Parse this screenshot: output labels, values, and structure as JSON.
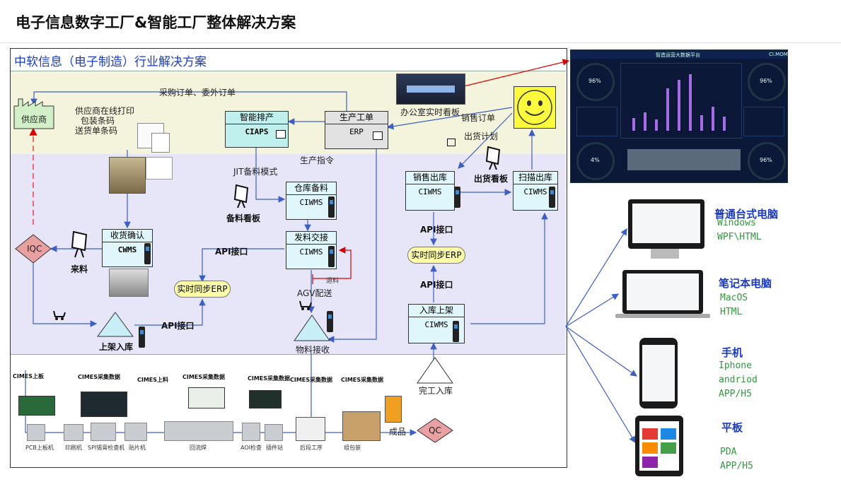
{
  "page_title": "电子信息数字工厂&智能工厂整体解决方案",
  "frame_title": "中软信息（电子制造）行业解决方案",
  "nodes": {
    "supplier": "供应商",
    "smart_sched": {
      "title": "智能排产",
      "sys": "CIAPS"
    },
    "erp": {
      "title": "生产工单",
      "sys": "ERP"
    },
    "office_board": "办公室实时看板",
    "iqc": "IQC",
    "receive": {
      "title": "收货确认",
      "sys": "CWMS"
    },
    "warehouse_prep": {
      "title": "仓库备料",
      "sys": "CIWMS"
    },
    "issue": {
      "title": "发料交接",
      "sys": "CIWMS"
    },
    "sales_out": {
      "title": "销售出库",
      "sys": "CIWMS"
    },
    "scan_out": {
      "title": "扫描出库",
      "sys": "CIWMS"
    },
    "store_in": {
      "title": "入库上架",
      "sys": "CIWMS"
    },
    "realtime_erp_1": "实时同步ERP",
    "realtime_erp_2": "实时同步ERP",
    "shelf_in": "上架入库",
    "material_recv": "物料接收",
    "finish_in": "完工入库",
    "qc": "QC"
  },
  "labels": {
    "purchase_orders": "采购订单、委外订单",
    "supplier_print": [
      "供应商在线打印",
      "包装条码",
      "送货单条码"
    ],
    "sales_order": "销售订单",
    "ship_plan": "出货计划",
    "prod_cmd": "生产指令",
    "jit": "JIT备料模式",
    "prep_board": "备料看板",
    "ship_board": "出货看板",
    "incoming": "来料",
    "api1": "API接口",
    "api2": "API接口",
    "api3": "API接口",
    "api4": "API接口",
    "agv": "AGV配送",
    "return": "退料",
    "finished": "成品"
  },
  "collect_labels": [
    "CIMES上板",
    "CIMES采集数据",
    "CIMES上料",
    "CIMES采集数据",
    "CIMES采集数据",
    "CIMES采集数据",
    "CIMES采集数据"
  ],
  "machine_labels": [
    "PCB上板机",
    "印刷机",
    "SPI锡膏检查机",
    "贴片机",
    "回流焊",
    "AOI检查",
    "插件站",
    "后段工序",
    "组包装"
  ],
  "dashboard": {
    "title": "智造运营大数据平台",
    "brand": "CI.MOM",
    "g1": "96%",
    "g2": "96%",
    "g3": "4%",
    "g4": "96%"
  },
  "devices": [
    {
      "name": "普通台式电脑",
      "sub": [
        "Windows",
        "WPF\\HTML"
      ]
    },
    {
      "name": "笔记本电脑",
      "sub": [
        "MacOS",
        "HTML"
      ]
    },
    {
      "name": "手机",
      "sub": [
        "Iphone",
        "andriod",
        "APP/H5"
      ]
    },
    {
      "name": "平板",
      "sub": [
        "PDA",
        "APP/H5"
      ]
    }
  ],
  "colors": {
    "title_blue": "#1a3cc8",
    "device_green": "#2e9a3c",
    "box_fill": "#dff6fa",
    "yellow_zone": "#f4f4dc",
    "blue_zone": "#e6e6f8",
    "diamond": "#e8a0a0",
    "triangle": "#c8eef8"
  }
}
